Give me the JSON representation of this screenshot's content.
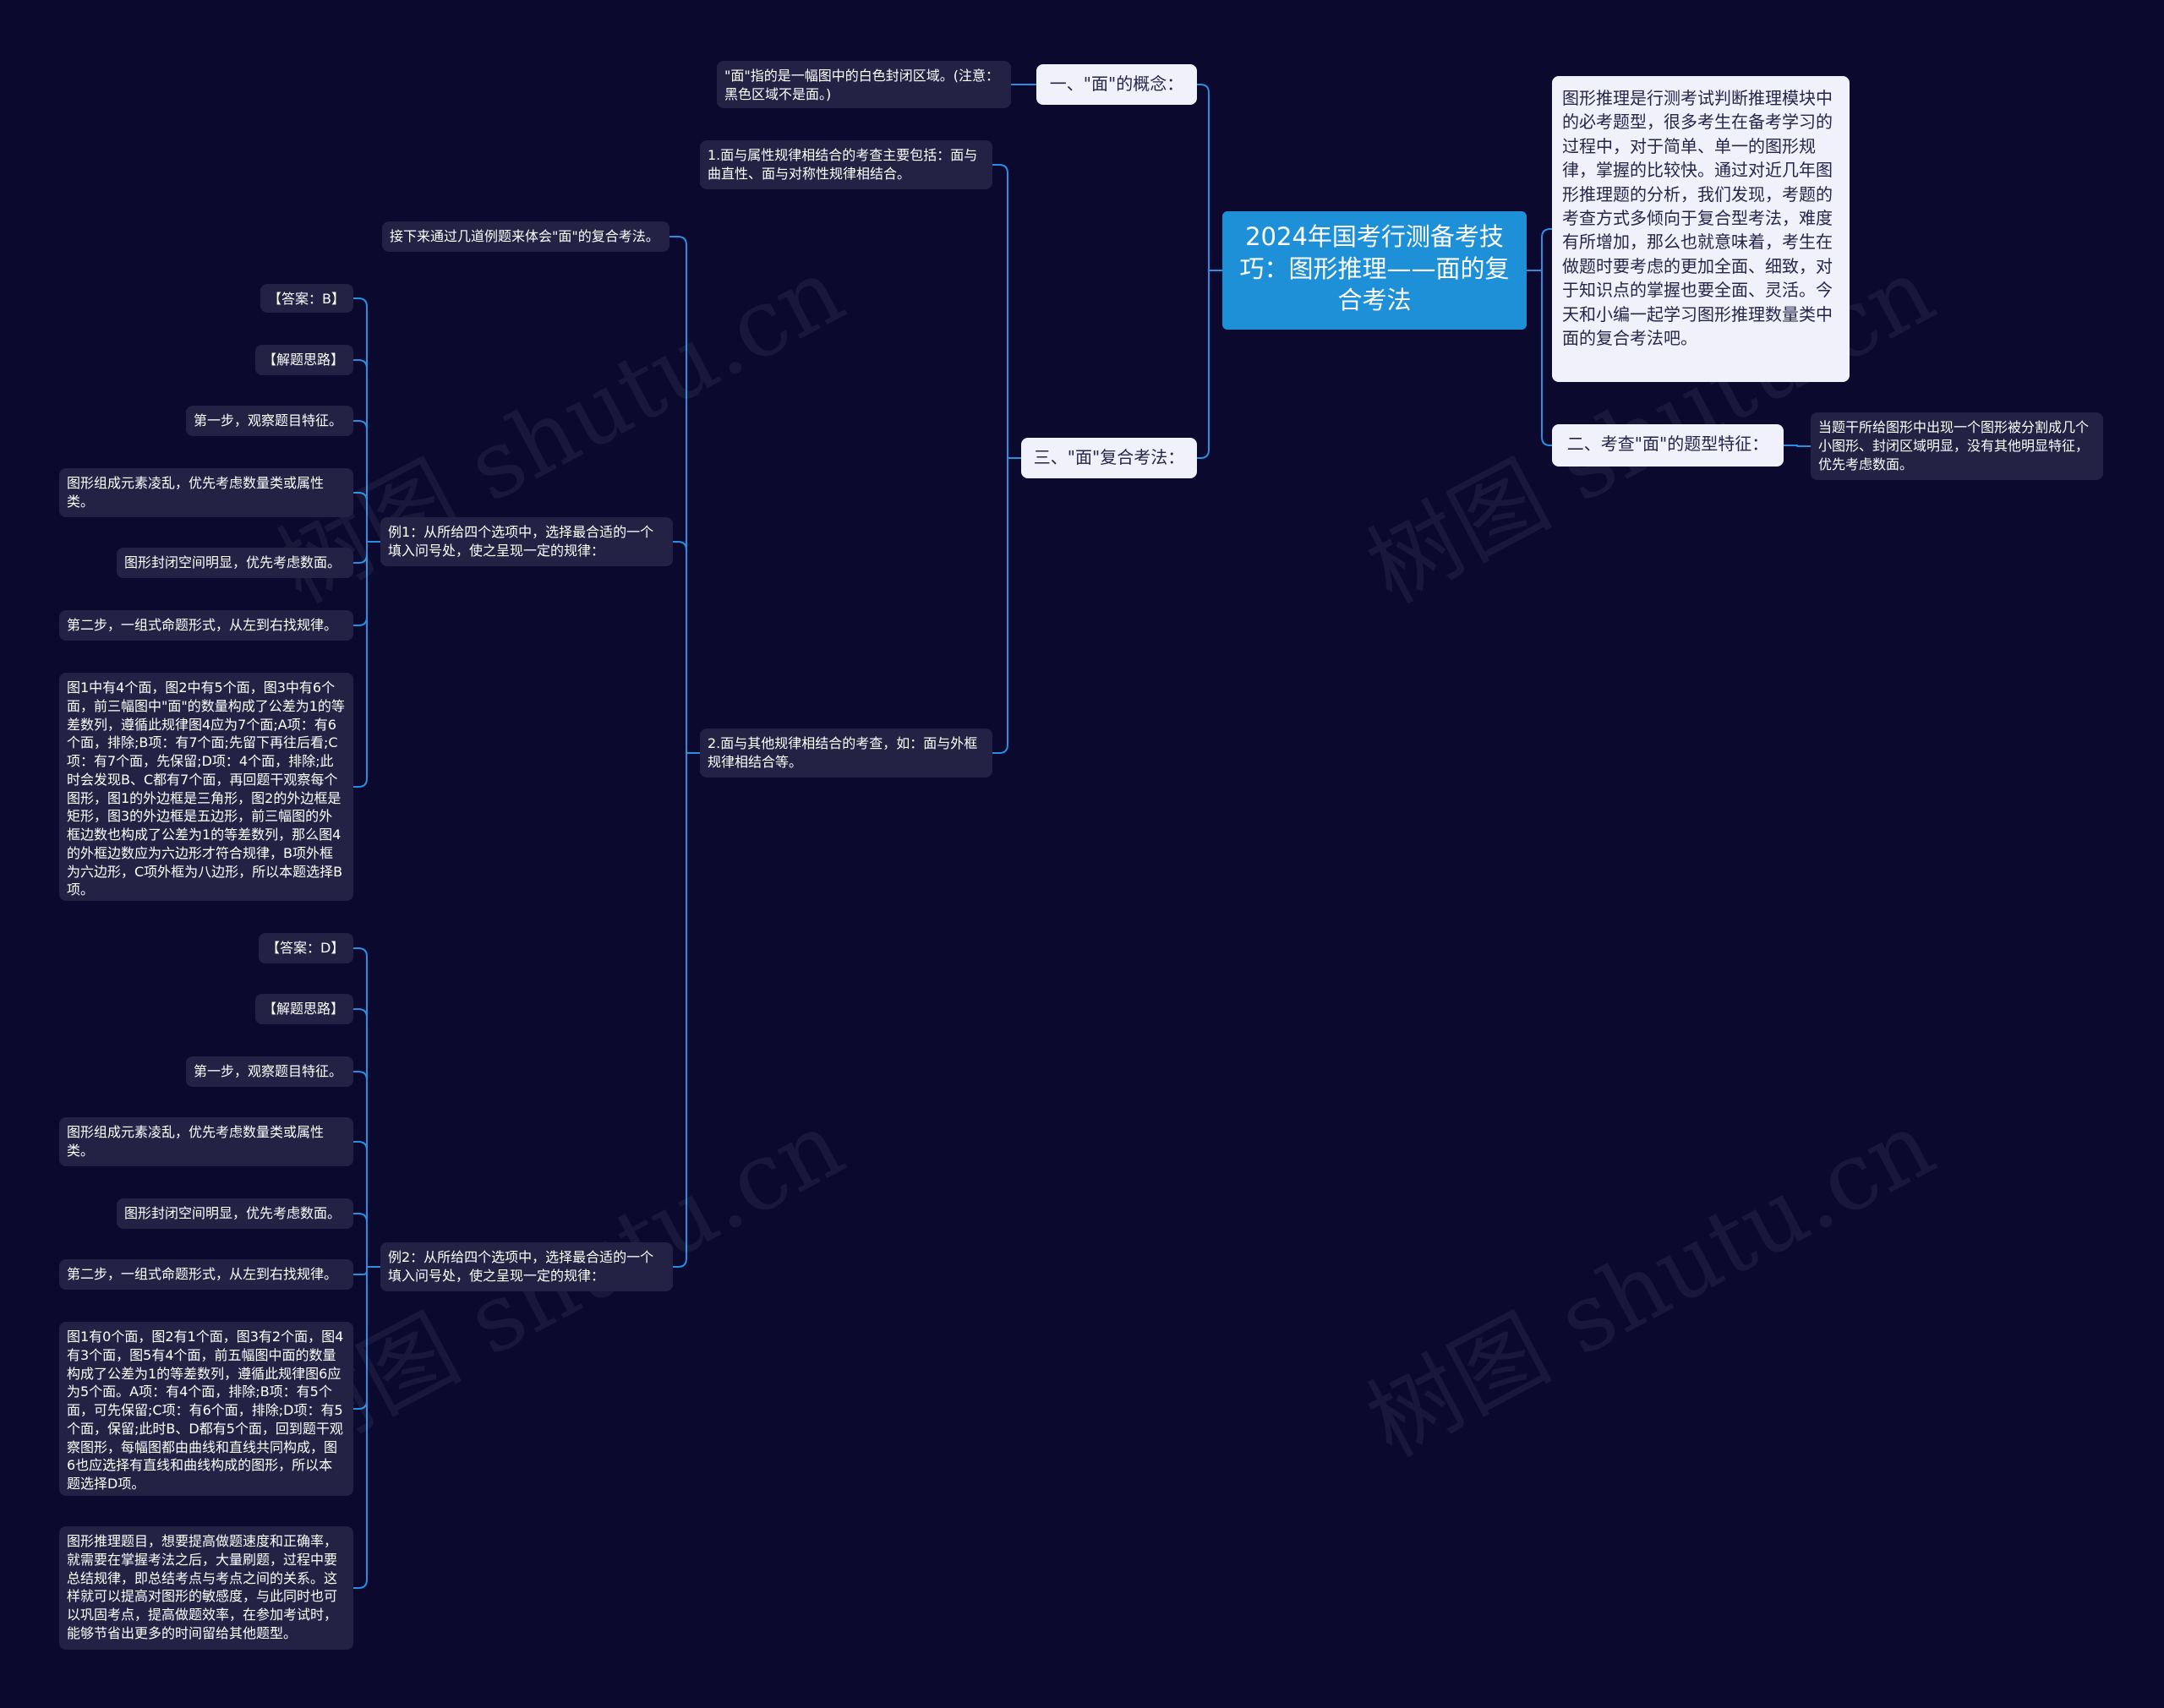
{
  "root": "2024年国考行测备考技巧：图形推理——面的复合考法",
  "intro": "图形推理是行测考试判断推理模块中的必考题型，很多考生在备考学习的过程中，对于简单、单一的图形规律，掌握的比较快。通过对近几年图形推理题的分析，我们发现，考题的考查方式多倾向于复合型考法，难度有所增加，那么也就意味着，考生在做题时要考虑的更加全面、细致，对于知识点的掌握也要全面、灵活。今天和小编一起学习图形推理数量类中面的复合考法吧。",
  "branch2": "二、考查\"面\"的题型特征：",
  "branch2_detail": "当题干所给图形中出现一个图形被分割成几个小图形、封闭区域明显，没有其他明显特征，优先考虑数面。",
  "branch1": "一、\"面\"的概念：",
  "branch1_detail": "\"面\"指的是一幅图中的白色封闭区域。(注意：黑色区域不是面。)",
  "branch3": "三、\"面\"复合考法：",
  "b3_item1": "1.面与属性规律相结合的考查主要包括：面与曲直性、面与对称性规律相结合。",
  "b3_item2": "2.面与其他规律相结合的考查，如：面与外框规律相结合等。",
  "intro_examples": "接下来通过几道例题来体会\"面\"的复合考法。",
  "example1": {
    "title": "例1：从所给四个选项中，选择最合适的一个填入问号处，使之呈现一定的规律：",
    "answer": "【答案：B】",
    "thinking": "【解题思路】",
    "step1": "第一步，观察题目特征。",
    "obs1": "图形组成元素凌乱，优先考虑数量类或属性类。",
    "obs2": "图形封闭空间明显，优先考虑数面。",
    "step2": "第二步，一组式命题形式，从左到右找规律。",
    "analysis": "图1中有4个面，图2中有5个面，图3中有6个面，前三幅图中\"面\"的数量构成了公差为1的等差数列，遵循此规律图4应为7个面;A项：有6个面，排除;B项：有7个面;先留下再往后看;C项：有7个面，先保留;D项：4个面，排除;此时会发现B、C都有7个面，再回题干观察每个图形，图1的外边框是三角形，图2的外边框是矩形，图3的外边框是五边形，前三幅图的外框边数也构成了公差为1的等差数列，那么图4的外框边数应为六边形才符合规律，B项外框为六边形，C项外框为八边形，所以本题选择B项。"
  },
  "example2": {
    "title": "例2：从所给四个选项中，选择最合适的一个填入问号处，使之呈现一定的规律：",
    "answer": "【答案：D】",
    "thinking": "【解题思路】",
    "step1": "第一步，观察题目特征。",
    "obs1": "图形组成元素凌乱，优先考虑数量类或属性类。",
    "obs2": "图形封闭空间明显，优先考虑数面。",
    "step2": "第二步，一组式命题形式，从左到右找规律。",
    "analysis": "图1有0个面，图2有1个面，图3有2个面，图4有3个面，图5有4个面，前五幅图中面的数量构成了公差为1的等差数列，遵循此规律图6应为5个面。A项：有4个面，排除;B项：有5个面，可先保留;C项：有6个面，排除;D项：有5个面，保留;此时B、D都有5个面，回到题干观察图形，每幅图都由曲线和直线共同构成，图6也应选择有直线和曲线构成的图形，所以本题选择D项。",
    "summary": "图形推理题目，想要提高做题速度和正确率，就需要在掌握考法之后，大量刷题，过程中要总结规律，即总结考点与考点之间的关系。这样就可以提高对图形的敏感度，与此同时也可以巩固考点，提高做题效率，在参加考试时，能够节省出更多的时间留给其他题型。"
  },
  "watermark": "树图 shutu.cn",
  "colors": {
    "background": "#0b0a2e",
    "root": "#1e90d8",
    "link": "#2a8de0",
    "dark_node": "#232244",
    "light_node": "#f0f1fb"
  }
}
